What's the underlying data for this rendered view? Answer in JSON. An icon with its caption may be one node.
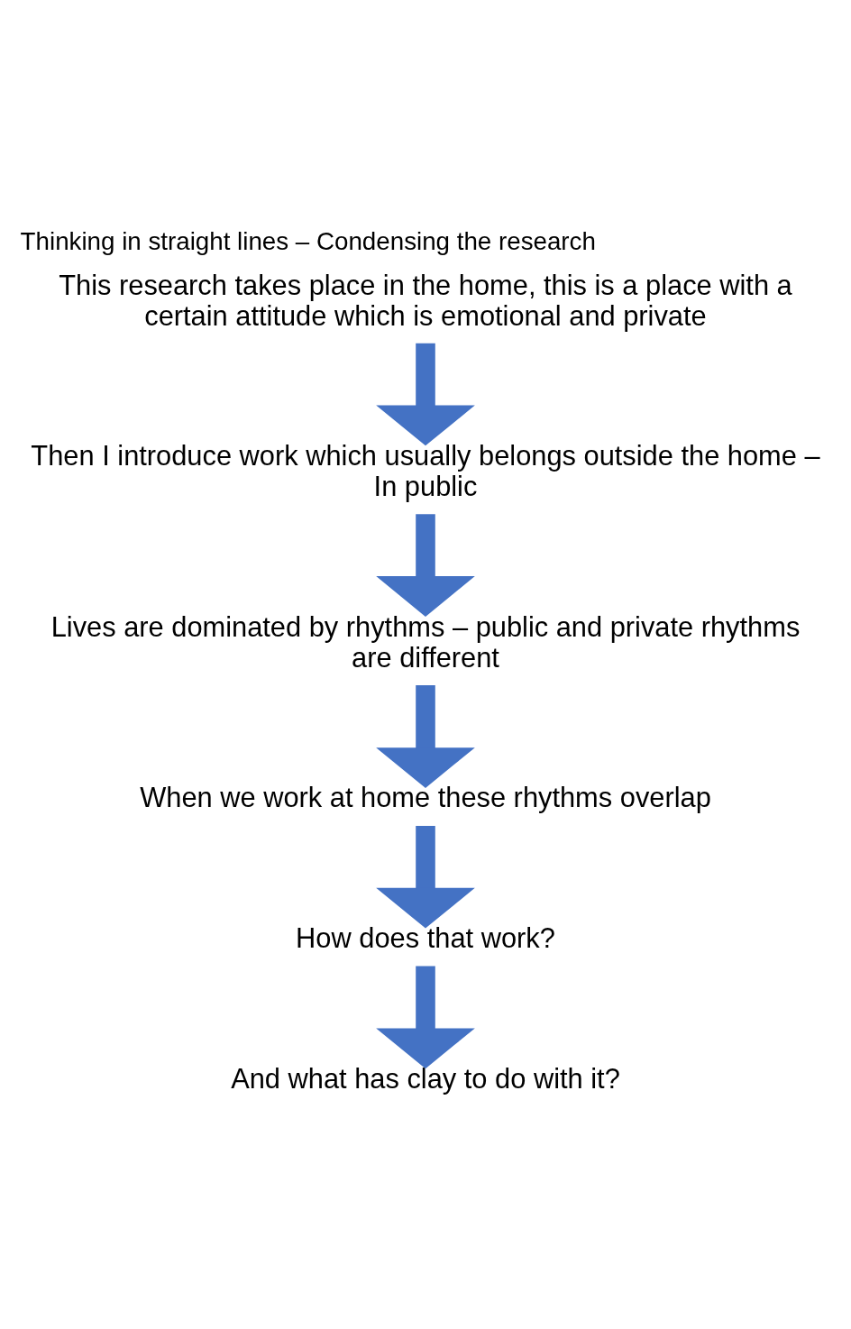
{
  "diagram": {
    "title": "Thinking in straight lines – Condensing the research",
    "nodes": [
      {
        "text": [
          "This research takes place in the home, this is a place with a certain attitude which is emotional and private"
        ]
      },
      {
        "text": [
          "Then I introduce work which usually belongs outside the home – In public"
        ]
      },
      {
        "text": [
          "Lives are dominated by rhythms – public and private rhythms are different"
        ]
      },
      {
        "text": [
          "When we work at home these rhythms overlap"
        ]
      },
      {
        "text": [
          "How does that work?"
        ]
      },
      {
        "text": [
          "And what has clay to do with it?"
        ]
      }
    ],
    "edges": [
      {
        "from": 0,
        "to": 1,
        "arrow": "to"
      },
      {
        "from": 1,
        "to": 2,
        "arrow": "to"
      },
      {
        "from": 2,
        "to": 3,
        "arrow": "to"
      },
      {
        "from": 3,
        "to": 4,
        "arrow": "to"
      },
      {
        "from": 4,
        "to": 5,
        "arrow": "to"
      }
    ]
  }
}
